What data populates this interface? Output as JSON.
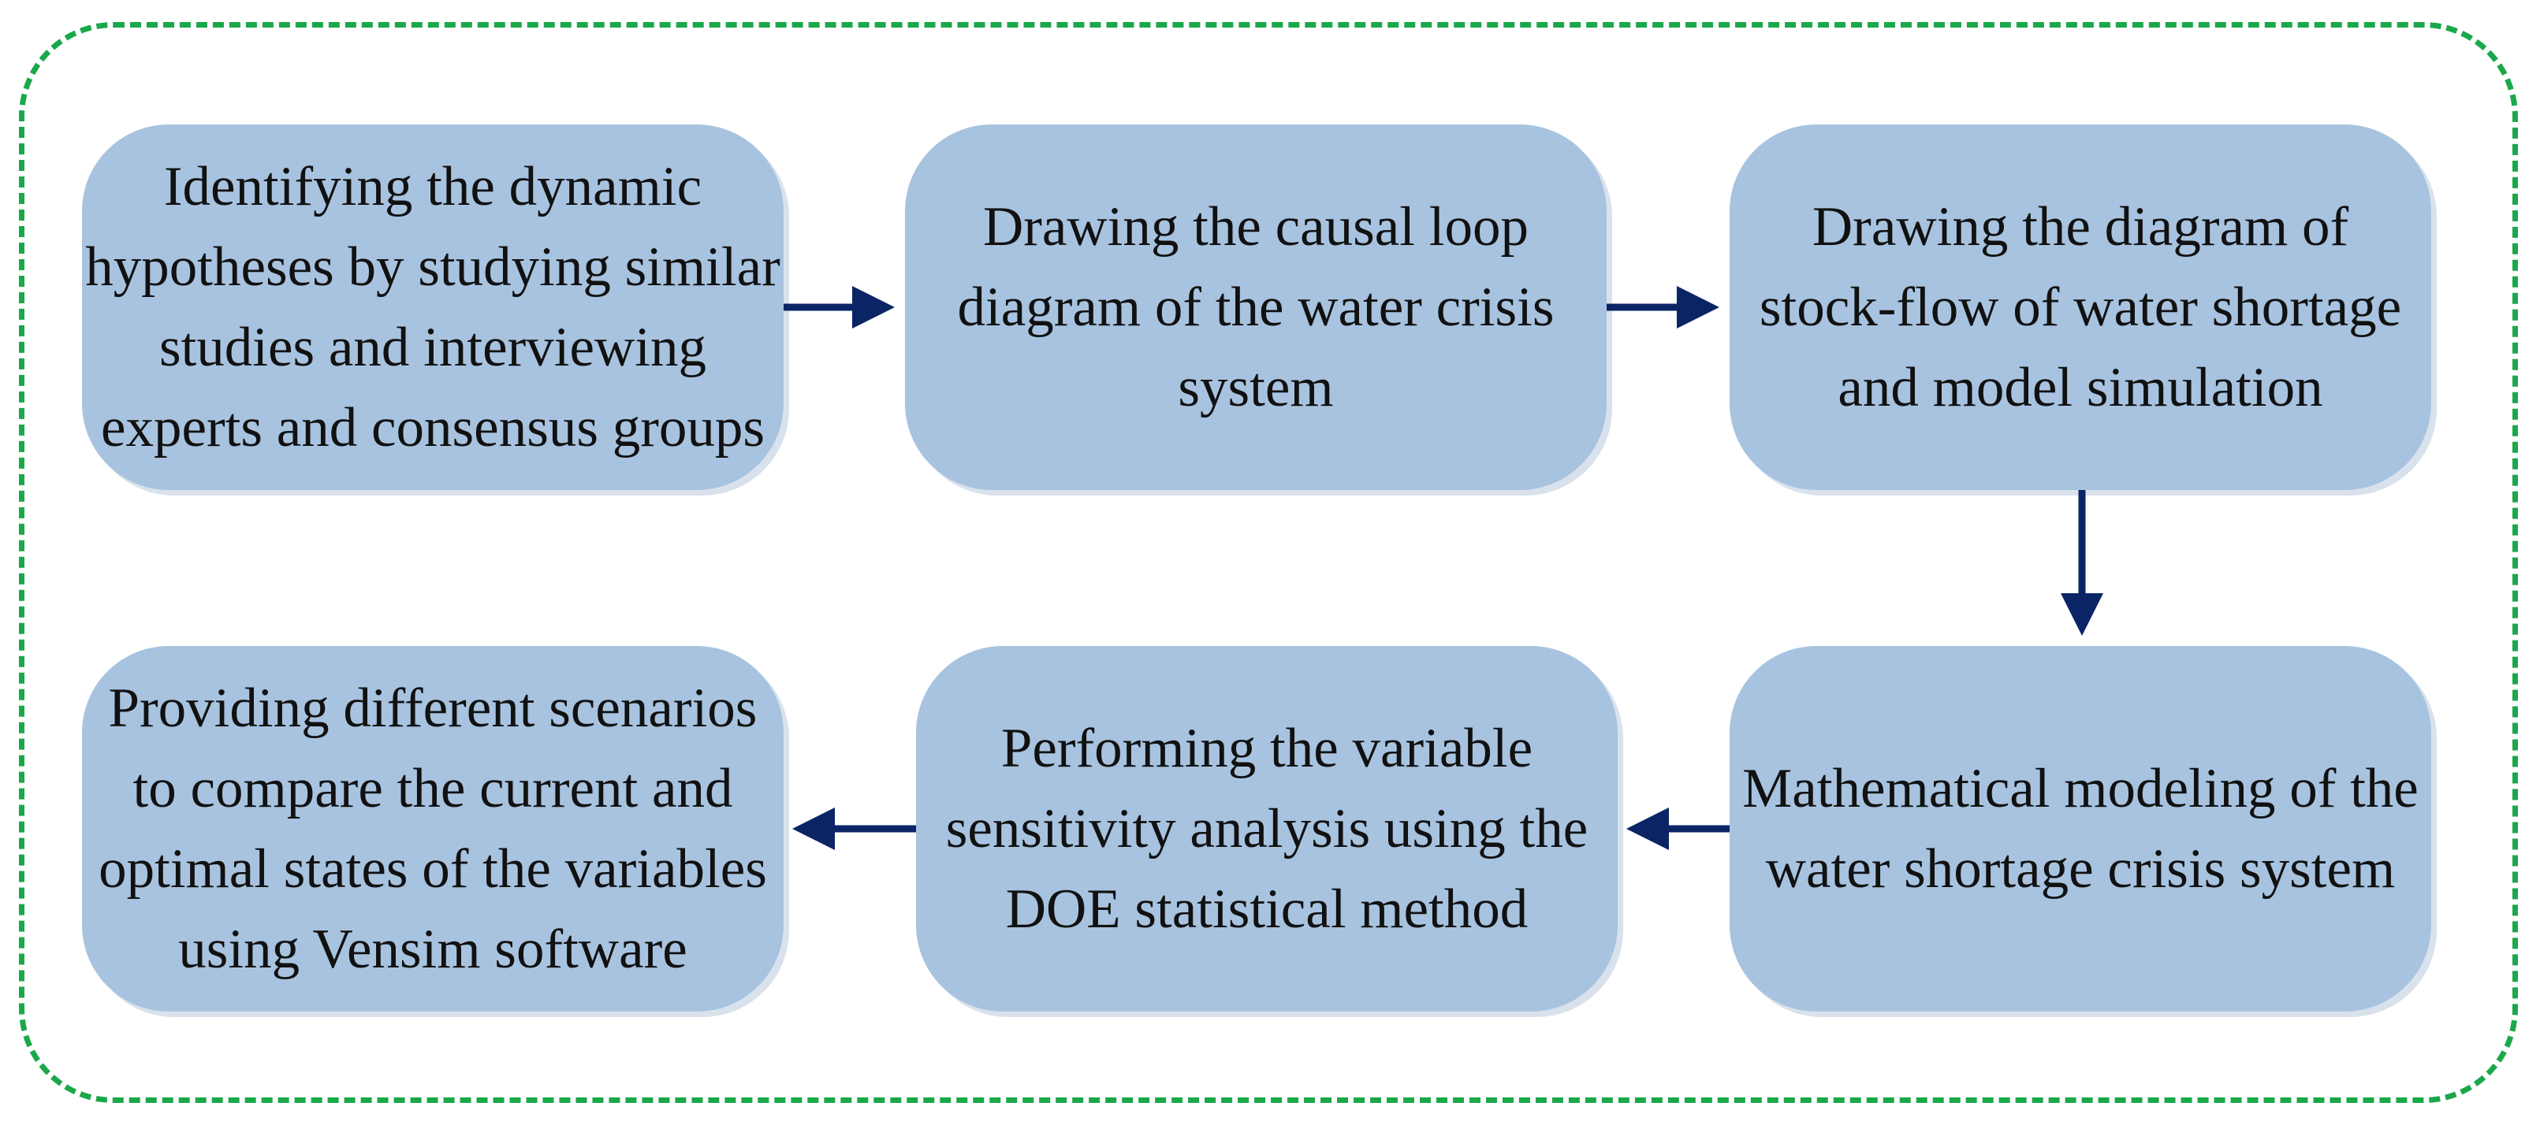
{
  "colors": {
    "frame_border": "#1aa84a",
    "box_fill": "#a8c3df",
    "arrow": "#0b2466",
    "text": "#111111"
  },
  "steps": [
    {
      "text": "Identifying the dynamic\nhypotheses by studying similar\nstudies and interviewing\nexperts and consensus groups"
    },
    {
      "text": "Drawing the causal loop\ndiagram of the water crisis\nsystem"
    },
    {
      "text": "Drawing the diagram of\nstock-flow of water shortage\nand model simulation"
    },
    {
      "text": "Mathematical modeling of the\nwater shortage crisis system"
    },
    {
      "text": "Performing the variable\nsensitivity analysis using the\nDOE statistical method"
    },
    {
      "text": "Providing different scenarios\nto compare the current and\noptimal states of the variables\nusing Vensim software"
    }
  ]
}
